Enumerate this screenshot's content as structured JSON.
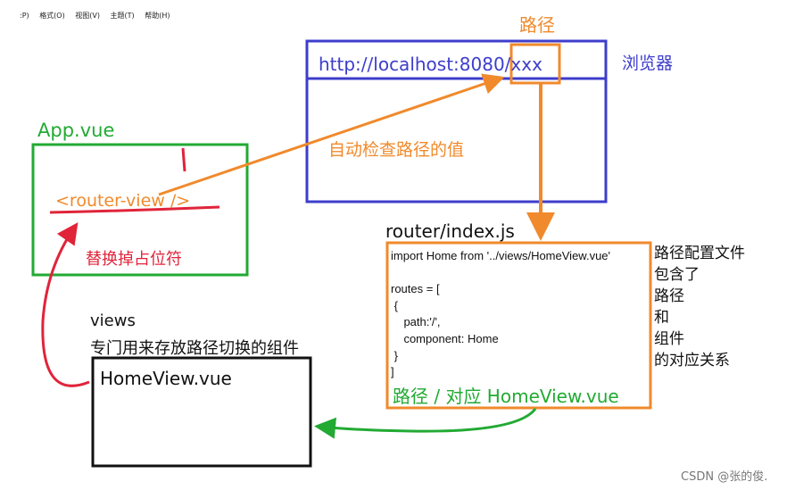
{
  "menubar": {
    "items": [
      ":P)",
      "格式(O)",
      "视图(V)",
      "主题(T)",
      "帮助(H)"
    ]
  },
  "browser": {
    "path_label": "路径",
    "label": "浏览器",
    "url": "http://localhost:8080/xxx",
    "auto_check": "自动检查路径的值"
  },
  "app": {
    "title": "App.vue",
    "router_view": "<router-view />",
    "replace_text": "替换掉占位符"
  },
  "views": {
    "title": "views",
    "description": "专门用来存放路径切换的组件",
    "component": "HomeView.vue"
  },
  "router": {
    "title": "router/index.js",
    "code_lines": [
      "import Home from '../views/HomeView.vue'",
      "",
      "routes = [",
      " {",
      "    path:'/',",
      "    component: Home",
      " }",
      "]"
    ],
    "mapping": "路径 /  对应  HomeView.vue",
    "description_lines": [
      "路径配置文件",
      "包含了",
      "路径",
      "和",
      "组件",
      "的对应关系"
    ]
  },
  "watermark": "CSDN @张的俊.",
  "colors": {
    "orange": "#f08a2c",
    "blue": "#3d3dcc",
    "green": "#22aa33",
    "red": "#e0243a",
    "black": "#111111"
  }
}
